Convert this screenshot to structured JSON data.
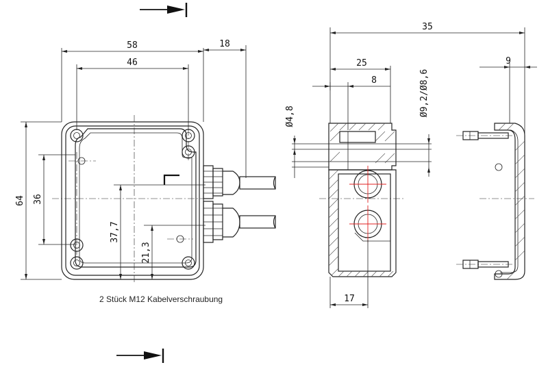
{
  "dimensions": {
    "front_width_outer": "58",
    "front_width_holes": "46",
    "gland_projection": "18",
    "front_height_outer": "64",
    "front_height_holes": "36",
    "gland_height_upper": "37,7",
    "gland_height_lower": "21,3",
    "side_depth_total": "35",
    "side_depth_body": "25",
    "side_depth_inner": "8",
    "side_bore_small": "Ø4,8",
    "side_bore_large": "Ø9,2/Ø8,6",
    "side_gland_offset": "17",
    "lid_depth": "9"
  },
  "caption": "2 Stück M12 Kabelverschraubung"
}
